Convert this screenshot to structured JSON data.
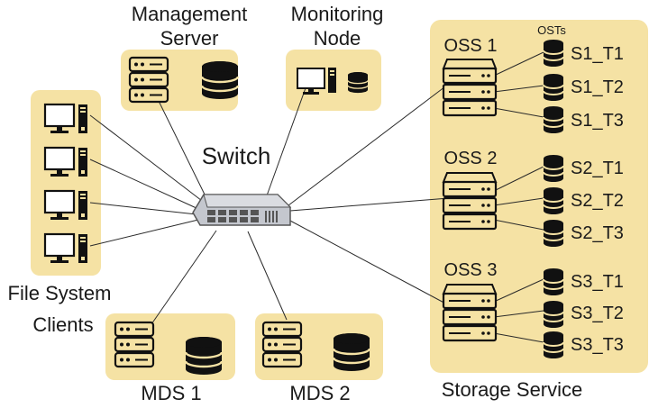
{
  "labels": {
    "management_server": [
      "Management",
      "Server"
    ],
    "monitoring_node": [
      "Monitoring",
      "Node"
    ],
    "switch": "Switch",
    "file_system_clients": [
      "File System",
      "Clients"
    ],
    "mds1": "MDS 1",
    "mds2": "MDS 2",
    "storage_service": "Storage Service",
    "osts": "OSTs"
  },
  "oss": [
    {
      "name": "OSS 1",
      "targets": [
        "S1_T1",
        "S1_T2",
        "S1_T3"
      ]
    },
    {
      "name": "OSS 2",
      "targets": [
        "S2_T1",
        "S2_T2",
        "S2_T3"
      ]
    },
    {
      "name": "OSS 3",
      "targets": [
        "S3_T1",
        "S3_T2",
        "S3_T3"
      ]
    }
  ],
  "client_count": 4,
  "colors": {
    "panel": "#f5e2a4",
    "switch": "#b9bcc4",
    "ink": "#111111"
  }
}
